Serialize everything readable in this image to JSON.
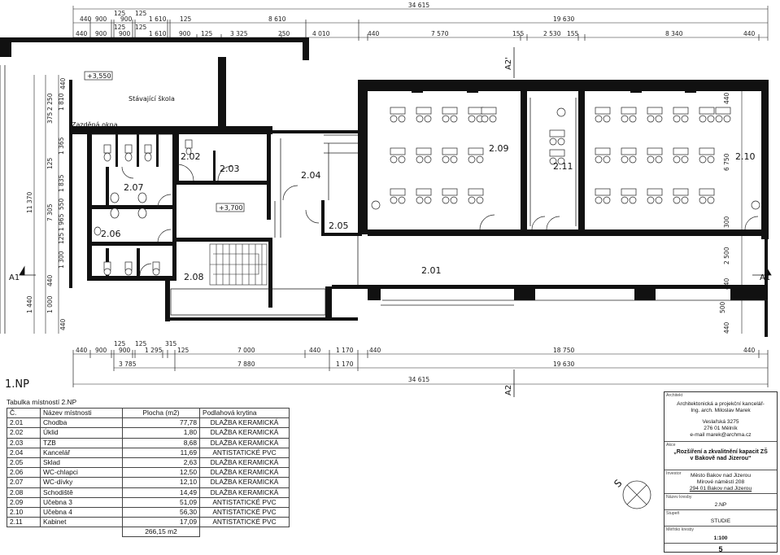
{
  "floor_label": "1.NP",
  "dims": {
    "top_total": "34 615",
    "top_row1": [
      "440",
      "900",
      "125",
      "900",
      "125",
      "1 610",
      "125",
      "8 610",
      "19 630"
    ],
    "top_row2": [
      "440",
      "900",
      "125",
      "900",
      "125",
      "1 610",
      "900",
      "125",
      "3 325",
      "250",
      "4 010",
      "440",
      "7 570",
      "155",
      "2 530",
      "155",
      "8 340",
      "440"
    ],
    "bottom_row1": [
      "440",
      "900",
      "125",
      "900",
      "125",
      "1 295",
      "315",
      "125",
      "7 000",
      "440",
      "1 170",
      "440",
      "18 750",
      "440"
    ],
    "bottom_row2": [
      "3 785",
      "7 880",
      "1 170",
      "19 630"
    ],
    "bottom_total": "34 615",
    "left_outer": [
      "440",
      "1 440",
      "11 370"
    ],
    "left_inner": [
      "2 250",
      "1 810",
      "375",
      "1 365",
      "125",
      "1 835",
      "7 305",
      "550",
      "1 965",
      "125",
      "1 300",
      "440",
      "1 000"
    ],
    "right": [
      "440",
      "6 750",
      "300",
      "2 500",
      "440",
      "500",
      "440"
    ]
  },
  "rooms": {
    "r201": "2.01",
    "r202": "2.02",
    "r203": "2.03",
    "r204": "2.04",
    "r205": "2.05",
    "r206": "2.06",
    "r207": "2.07",
    "r208": "2.08",
    "r209": "2.09",
    "r210": "2.10",
    "r211": "2.11"
  },
  "labels": {
    "level_a": "+3,550",
    "level_b": "+3,700",
    "existing_school": "Stávající škola",
    "bricked_windows": "Zazděná okna",
    "section_a1_left": "A1",
    "section_a1_right": "A1",
    "section_a2_top": "A2'",
    "section_a2_bottom": "A2"
  },
  "room_table": {
    "caption": "Tabulka místností 2.NP",
    "headers": [
      "Č.",
      "Název místnosti",
      "Plocha (m2)",
      "Podlahová krytina"
    ],
    "rows": [
      [
        "2.01",
        "Chodba",
        "77,78",
        "DLAŽBA KERAMICKÁ"
      ],
      [
        "2.02",
        "Úklid",
        "1,80",
        "DLAŽBA KERAMICKÁ"
      ],
      [
        "2.03",
        "TZB",
        "8,68",
        "DLAŽBA KERAMICKÁ"
      ],
      [
        "2.04",
        "Kancelář",
        "11,69",
        "ANTISTATICKÉ PVC"
      ],
      [
        "2.05",
        "Sklad",
        "2,63",
        "DLAŽBA KERAMICKÁ"
      ],
      [
        "2.06",
        "WC-chlapci",
        "12,50",
        "DLAŽBA KERAMICKÁ"
      ],
      [
        "2.07",
        "WC-dívky",
        "12,10",
        "DLAŽBA KERAMICKÁ"
      ],
      [
        "2.08",
        "Schodiště",
        "14,49",
        "DLAŽBA KERAMICKÁ"
      ],
      [
        "2.09",
        "Učebna 3",
        "51,09",
        "ANTISTATICKÉ PVC"
      ],
      [
        "2.10",
        "Učebna 4",
        "56,30",
        "ANTISTATICKÉ PVC"
      ],
      [
        "2.11",
        "Kabinet",
        "17,09",
        "ANTISTATICKÉ PVC"
      ]
    ],
    "total": "266,15 m2"
  },
  "north": "S",
  "title_block": {
    "architect_key": "Architekt",
    "architect_name": "Architektonická a projekční kancelář-",
    "architect_person": "Ing. arch. Miloslav Marek",
    "address1": "Veslařská 3275",
    "address2": "276 01 Mělník",
    "email": "e-mail marek@archma.cz",
    "action_key": "Akce",
    "action1": "„Rozšíření a zkvalitnění kapacit ZŠ",
    "action2": "v Bakově nad Jizerou“",
    "investor_key": "Investor",
    "investor1": "Město Bakov nad Jizerou",
    "investor2": "Mírové náměstí 208",
    "investor3": "294 01 Bakov nad Jizerou",
    "drawing_key": "Název kresby",
    "drawing": "2.NP",
    "stage_key": "Stupeň",
    "stage": "STUDIE",
    "scale_key": "Měřítko kresby",
    "scale": "1:100",
    "sheet": "5"
  }
}
